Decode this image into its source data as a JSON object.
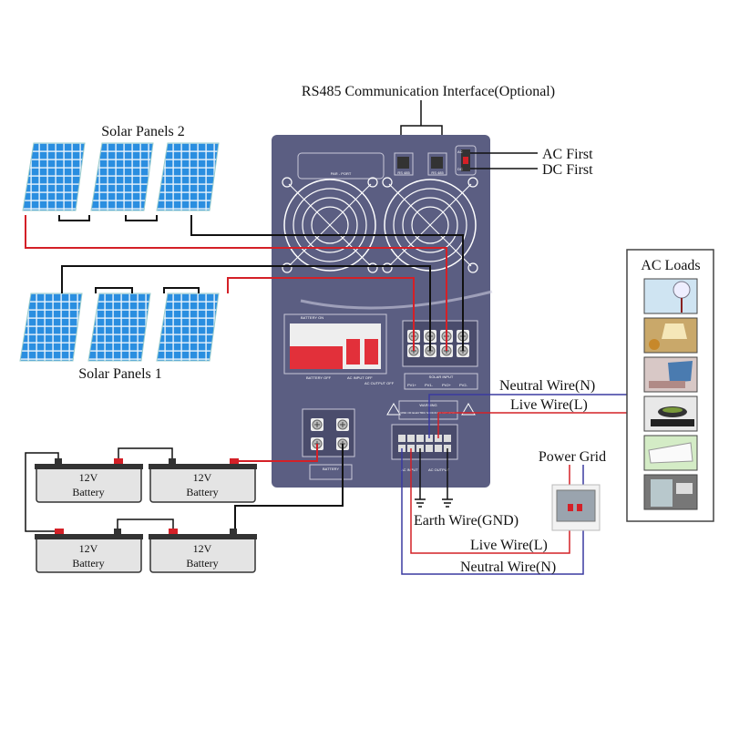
{
  "labels": {
    "rs485": "RS485 Communication Interface(Optional)",
    "ac_first": "AC  First",
    "dc_first": "DC  First",
    "solar_panels_2": "Solar Panels 2",
    "solar_panels_1": "Solar Panels 1",
    "ac_loads": "AC Loads",
    "neutral_wire_load": "Neutral Wire(N)",
    "live_wire_load": "Live Wire(L)",
    "power_grid": "Power Grid",
    "earth_wire": "Earth Wire(GND)",
    "live_wire_grid": "Live Wire(L)",
    "neutral_wire_grid": "Neutral Wire(N)"
  },
  "battery": {
    "voltage": "12V",
    "name": "Battery"
  },
  "inverter": {
    "par_port": "PAR - PORT",
    "rs485_a": "RS 485",
    "rs485_b": "RS 485",
    "switch_ac": "AC",
    "switch_dc": "DC",
    "battery_on": "BATTERY ON",
    "battery_off": "BATTERY OFF",
    "ac_input_off": "AC INPUT OFF",
    "ac_output_off": "AC OUTPUT OFF",
    "solar_input": "SOLAR  INPUT",
    "pv_terminals": [
      "PV1+",
      "PV1-",
      "PV2+",
      "PV2-"
    ],
    "warning_title": "WARNING",
    "warning_text": "RISK OF ELECTRIC SHOCK DO NOT OPEN",
    "battery_label": "BATTERY",
    "ac_input": "AC INPUT",
    "ac_output": "AC OUTPUT"
  },
  "ac_load_icons": [
    "fan-icon",
    "lamp-icon",
    "laptop-icon",
    "induction-cooker-icon",
    "air-conditioner-icon",
    "refrigerator-icon"
  ],
  "colors": {
    "panel_body": "#5b5e82",
    "live_wire": "#d42027",
    "neutral_wire": "#3a3aa0",
    "solar_cell": "#2a8ee0"
  }
}
